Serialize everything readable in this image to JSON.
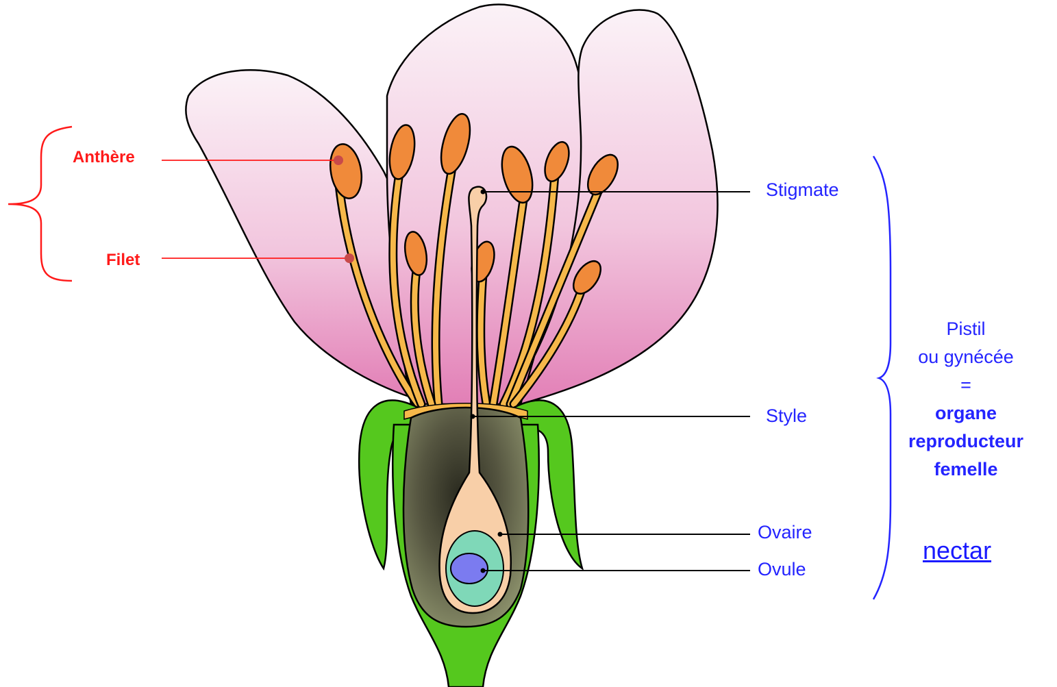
{
  "labels": {
    "anthere": "Anthère",
    "filet": "Filet",
    "stigmate": "Stigmate",
    "style": "Style",
    "ovaire": "Ovaire",
    "ovule": "Ovule"
  },
  "pistil_block": {
    "line1": "Pistil",
    "line2": "ou gynécée",
    "line3": "=",
    "line4": "organe",
    "line5": "reproducteur",
    "line6": "femelle"
  },
  "link": {
    "text": "nectar"
  },
  "colors": {
    "petal": "#f3c4de",
    "stamen": "#f4a030",
    "anther": "#f08a3a",
    "sepal": "#55c81e",
    "ovary": "#6e6e55",
    "style": "#f8cfa8",
    "ovule_outer": "#7fd8b8",
    "ovule_inner": "#7b7bf0",
    "red_label": "#ff1a1a",
    "blue_label": "#2424ff"
  }
}
